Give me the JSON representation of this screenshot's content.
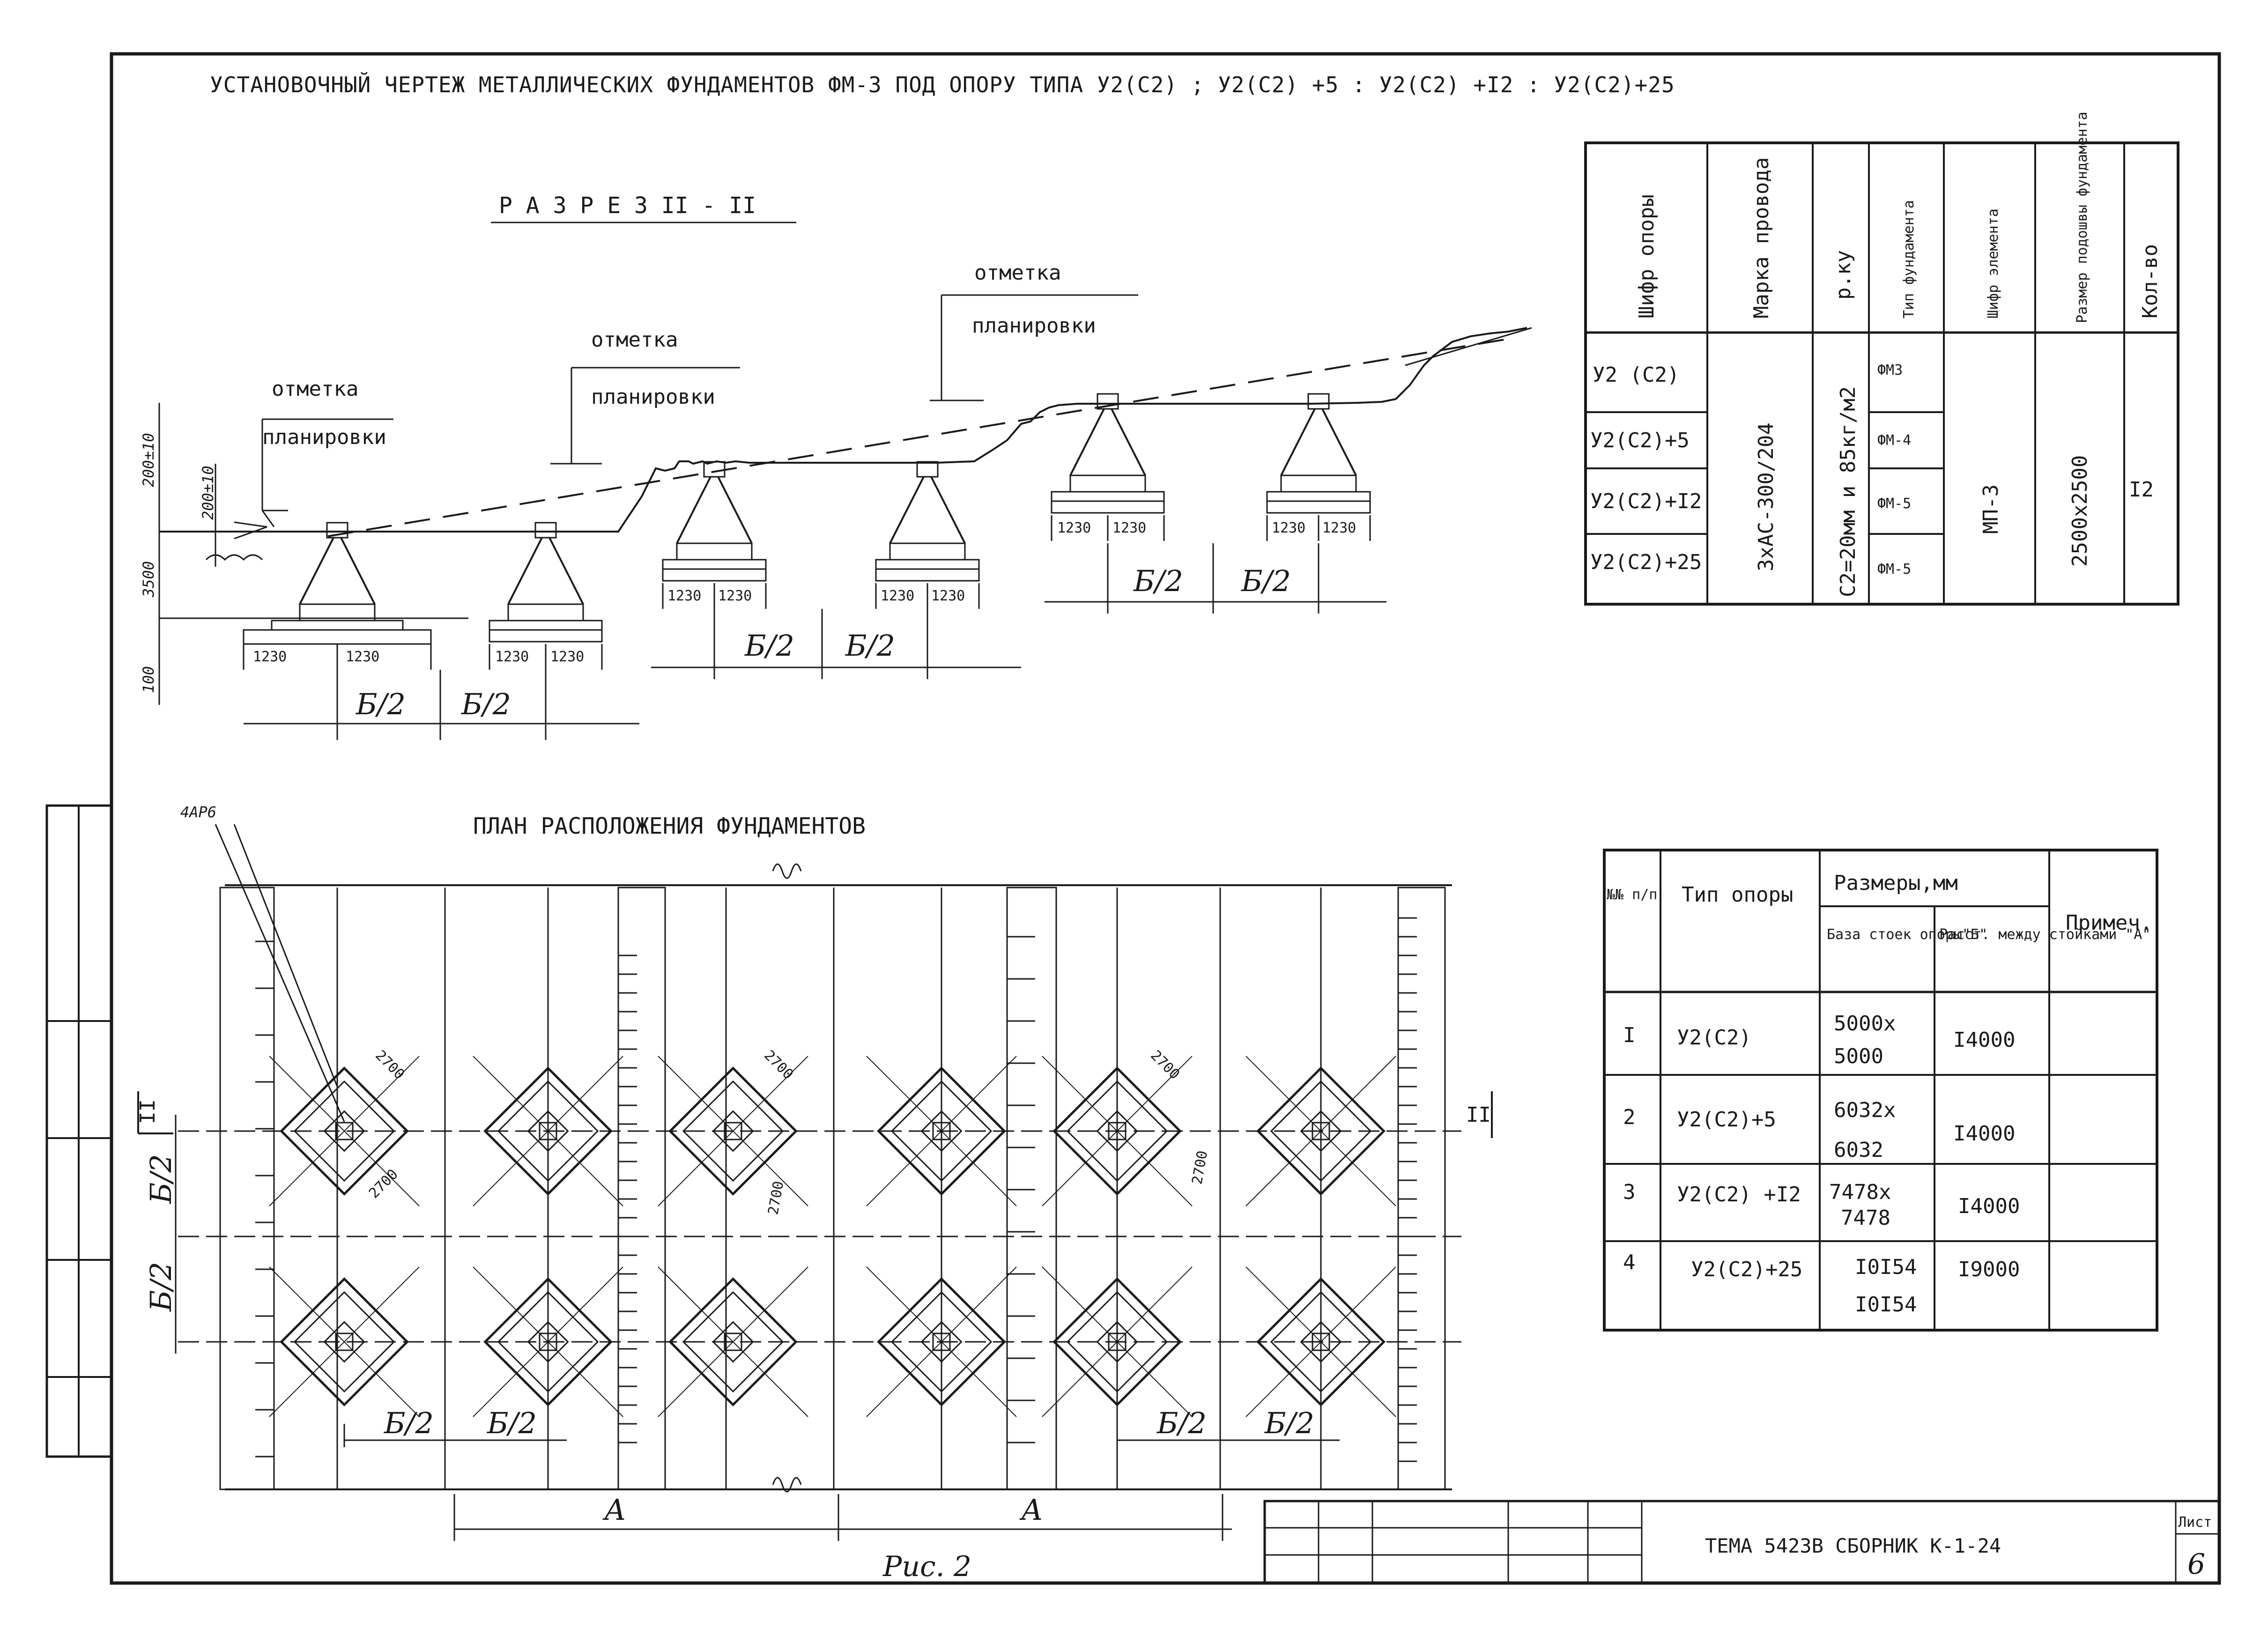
{
  "sheet": {
    "title": "УСТАНОВОЧНЫЙ ЧЕРТЕЖ МЕТАЛЛИЧЕСКИХ ФУНДАМЕНТОВ ФМ-3 ПОД ОПОРУ ТИПА У2(С2) ; У2(С2) +5  : У2(С2) +I2 : У2(С2)+25",
    "figure_caption": "Рис. 2",
    "stamp": {
      "text": "ТЕМА 5423В СБОРНИК К-1-24",
      "sheet_label": "Лист",
      "sheet_number": "6"
    }
  },
  "section": {
    "title": "Р А З Р Е З   II - II",
    "marks": [
      {
        "line1": "отметка",
        "line2": "планировки"
      },
      {
        "line1": "отметка",
        "line2": "планировки"
      },
      {
        "line1": "отметка",
        "line2": "планировки"
      }
    ],
    "left_dims": [
      "200±10",
      "200±10",
      "3500",
      "100"
    ],
    "footing_half": "1230",
    "spacing_label": "Б/2"
  },
  "plan": {
    "title": "ПЛАН   РАСПОЛОЖЕНИЯ   ФУНДАМЕНТОВ",
    "leader_label": "4АР6",
    "size_label": "2700",
    "section_mark": "II",
    "spacing_label": "Б/2",
    "span_label": "А"
  },
  "table_top": {
    "headers": [
      "Шифр опоры",
      "Марка провода",
      "р.ку",
      "Тип фундамента",
      "Шифр элемента",
      "Размер подошвы фундамента",
      "Кол-во"
    ],
    "rows": [
      "У2 (С2)",
      "У2(С2)+5",
      "У2(С2)+I2",
      "У2(С2)+25"
    ],
    "wire": "3хАС-300/204",
    "ice": "С2=20мм и 85кг/м2",
    "foundation_types": [
      "ФМЗ",
      "ФМ-4",
      "ФМ-5",
      "ФМ-5"
    ],
    "element": "МП-3",
    "base_size": "2500х2500",
    "quantity": "I2"
  },
  "table_bottom": {
    "headers": {
      "no": "№№ п/п",
      "type": "Тип опоры",
      "sizes": "Размеры,мм",
      "base": "База стоек опоры\"Б\"",
      "dist": "Расст. между стойками \"А\"",
      "note": "Примеч."
    },
    "rows": [
      {
        "no": "I",
        "type": "У2(С2)",
        "base1": "5000х",
        "base2": "5000",
        "dist": "I4000"
      },
      {
        "no": "2",
        "type": "У2(С2)+5",
        "base1": "6032х",
        "base2": "6032",
        "dist": "I4000"
      },
      {
        "no": "3",
        "type": "У2(С2) +I2",
        "base1": "7478х",
        "base2": "7478",
        "dist": "I4000"
      },
      {
        "no": "4",
        "type": "У2(С2)+25",
        "base1": "I0I54",
        "base2": "I0I54",
        "dist": "I9000"
      }
    ]
  }
}
